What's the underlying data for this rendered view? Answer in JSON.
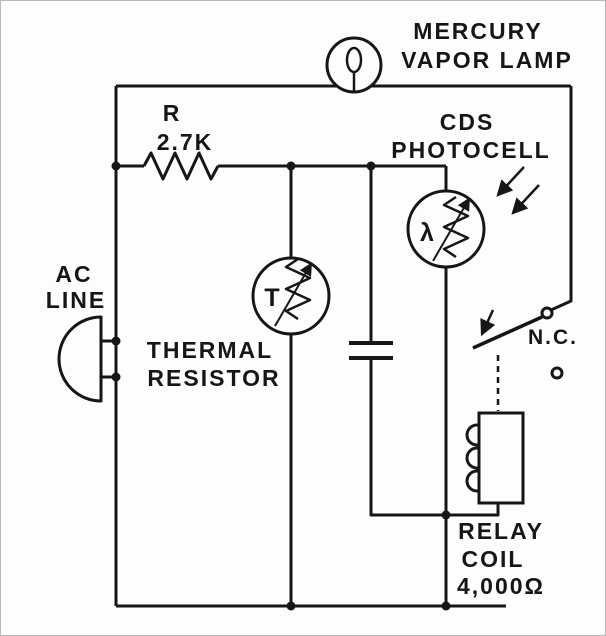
{
  "colors": {
    "ink": "#161616",
    "paper": "#fdfdfd"
  },
  "labels": {
    "mercury_lamp": {
      "line1": "MERCURY",
      "line2": "VAPOR LAMP"
    },
    "series_resistor": {
      "ref": "R",
      "value": "2.7K"
    },
    "photocell": {
      "line1": "CDS",
      "line2": "PHOTOCELL",
      "symbol": "λ"
    },
    "ac_line": {
      "line1": "AC",
      "line2": "LINE"
    },
    "thermal_resistor": {
      "line1": "THERMAL",
      "line2": "RESISTOR",
      "symbol": "T"
    },
    "contact": {
      "state": "N.C."
    },
    "relay": {
      "line1": "RELAY",
      "line2": "COIL",
      "value": "4,000Ω"
    }
  }
}
